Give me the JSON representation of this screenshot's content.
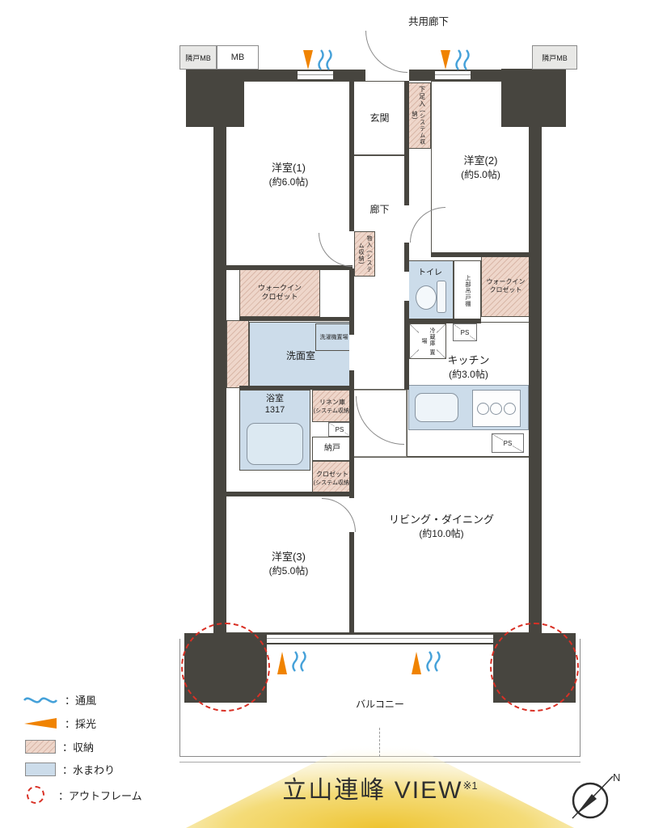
{
  "top": {
    "common_corridor": "共用廊下",
    "neighbor_mb_left": "隣戸MB",
    "mb": "MB",
    "neighbor_mb_right": "隣戸MB"
  },
  "rooms": {
    "genkan": {
      "label": "玄関"
    },
    "shoe_box": {
      "label": "下足入",
      "note": "(システム収納)"
    },
    "western1": {
      "label": "洋室(1)",
      "size": "(約6.0帖)"
    },
    "western2": {
      "label": "洋室(2)",
      "size": "(約5.0帖)"
    },
    "western3": {
      "label": "洋室(3)",
      "size": "(約5.0帖)"
    },
    "hallway": {
      "label": "廊下"
    },
    "storage_mono": {
      "label": "物入",
      "note": "(システム収納)"
    },
    "toilet": {
      "label": "トイレ"
    },
    "upper_cabinet": {
      "label": "上部吊戸棚"
    },
    "wic_left": {
      "line1": "ウォークイン",
      "line2": "クロゼット"
    },
    "wic_right": {
      "line1": "ウォークイン",
      "line2": "クロゼット"
    },
    "laundry": {
      "label": "洗濯機置場"
    },
    "washroom": {
      "label": "洗面室"
    },
    "fridge": {
      "line1": "冷蔵庫",
      "line2": "置場"
    },
    "kitchen": {
      "label": "キッチン",
      "size": "(約3.0帖)"
    },
    "bathroom": {
      "label": "浴室",
      "size": "1317"
    },
    "linen": {
      "label": "リネン庫",
      "note": "(システム収納)"
    },
    "nando": {
      "label": "納戸"
    },
    "closet": {
      "label": "クロゼット",
      "note": "(システム収納)"
    },
    "living": {
      "label": "リビング・ダイニング",
      "size": "(約10.0帖)"
    },
    "ps": "PS"
  },
  "bottom": {
    "balcony": "バルコニー",
    "view_text": "立山連峰 VIEW",
    "view_note": "※1",
    "compass_n": "N"
  },
  "legend": [
    {
      "name": "ventilation",
      "label": "：通風"
    },
    {
      "name": "daylight",
      "label": "：採光"
    },
    {
      "name": "storage",
      "label": "：収納"
    },
    {
      "name": "water-area",
      "label": "：水まわり"
    },
    {
      "name": "out-frame",
      "label": "：アウトフレーム"
    }
  ],
  "colors": {
    "wall": "#47453f",
    "storage_fill": "#eed6ca",
    "water_fill": "#ccdcea",
    "outframe_red": "#d93025",
    "daylight_orange": "#f08300",
    "ventilation_blue": "#45a1d9",
    "view_gold": "#eec32f"
  }
}
